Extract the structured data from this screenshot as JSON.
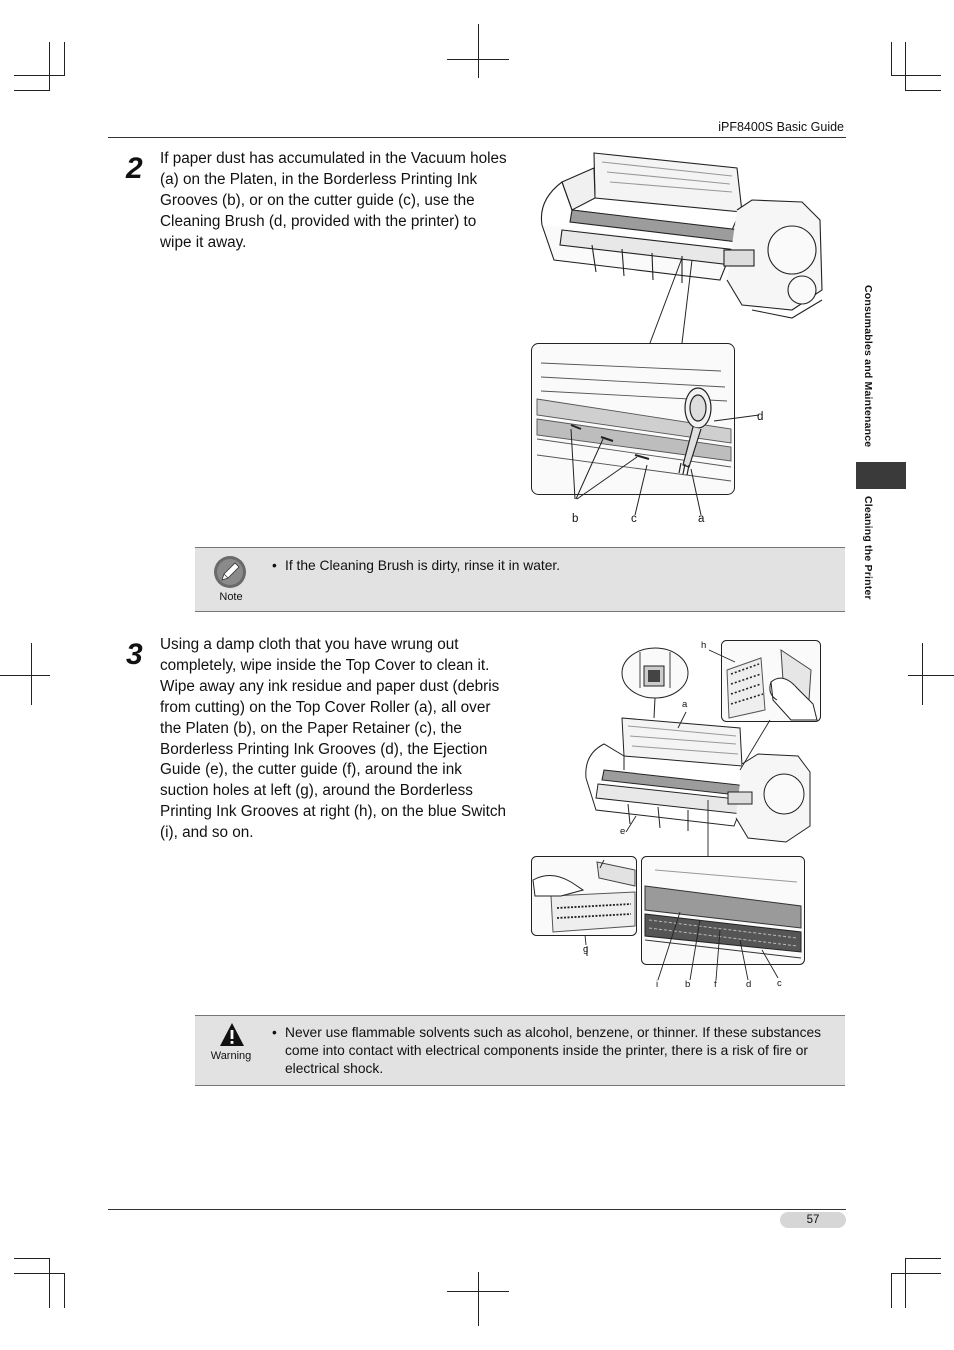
{
  "header": {
    "title": "iPF8400S Basic Guide"
  },
  "sidebar": {
    "section": "Consumables and Maintenance",
    "subsection": "Cleaning the Printer"
  },
  "step2": {
    "number": "2",
    "text": "If paper dust has accumulated in the Vacuum holes (a) on the Platen, in the Borderless Printing Ink Grooves (b), or on the cutter guide (c), use the Cleaning Brush (d, provided with the printer) to wipe it away.",
    "figure_labels": {
      "d": "d",
      "b": "b",
      "c": "c",
      "a": "a"
    }
  },
  "note": {
    "label": "Note",
    "icon": "note-pencil-icon",
    "bullet": "•",
    "text": "If the Cleaning Brush is dirty, rinse it in water."
  },
  "step3": {
    "number": "3",
    "text": "Using a damp cloth that you have wrung out completely, wipe inside the Top Cover to clean it. Wipe away any ink residue and paper dust (debris from cutting) on the Top Cover Roller (a), all over the Platen (b), on the Paper Retainer (c), the Borderless Printing Ink Grooves (d), the Ejection Guide (e), the cutter guide (f), around the ink suction holes at left (g), around the Borderless Printing Ink Grooves at right (h), on the blue Switch (i), and so on.",
    "figure_labels": {
      "h": "h",
      "a": "a",
      "e": "e",
      "g": "g",
      "i": "i",
      "b": "b",
      "f": "f",
      "d": "d",
      "c": "c"
    }
  },
  "warning": {
    "label": "Warning",
    "icon": "warning-triangle-icon",
    "bullet": "•",
    "text": "Never use flammable solvents such as alcohol, benzene, or thinner. If these substances come into contact with electrical components inside the printer, there is a risk of fire or electrical shock."
  },
  "footer": {
    "page_number": "57"
  },
  "colors": {
    "box_bg": "#e2e2e2",
    "side_tab": "#3a3a3a",
    "page_pill": "#d6d6d6"
  }
}
